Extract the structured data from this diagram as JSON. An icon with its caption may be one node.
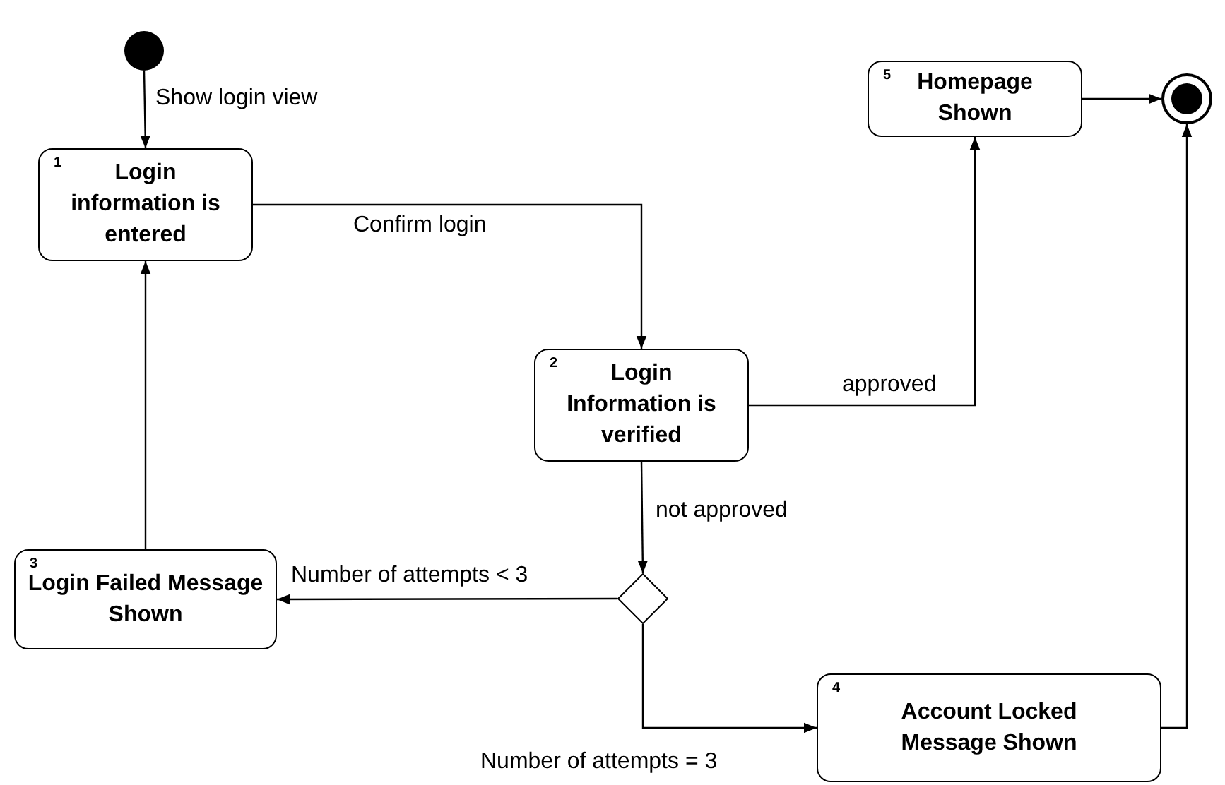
{
  "diagram": {
    "nodes": [
      {
        "text": [],
        "shape": "circle"
      },
      {
        "text": [
          "1",
          "Login information is entered"
        ]
      },
      {
        "text": [
          "2",
          "Login Information is verified"
        ]
      },
      {
        "text": [
          "3",
          "Login Failed Message Shown"
        ]
      },
      {
        "text": [
          "4",
          "Account Locked Message Shown"
        ]
      },
      {
        "text": [
          "5",
          "Homepage Shown"
        ]
      },
      {
        "text": [],
        "shape": "circle"
      },
      {
        "text": [],
        "shape": "diamond"
      }
    ],
    "edges": [
      {
        "from": 0,
        "to": 1,
        "arrow": "to",
        "label": "Show login view"
      },
      {
        "from": 1,
        "to": 2,
        "arrow": "to",
        "label": "Confirm login"
      },
      {
        "from": 2,
        "to": 5,
        "arrow": "to",
        "label": "approved"
      },
      {
        "from": 2,
        "to": 7,
        "arrow": "to",
        "label": "not approved"
      },
      {
        "from": 7,
        "to": 3,
        "arrow": "to",
        "label": "Number of attempts < 3"
      },
      {
        "from": 7,
        "to": 4,
        "arrow": "to",
        "label": "Number of attempts = 3"
      },
      {
        "from": 3,
        "to": 1,
        "arrow": "to"
      },
      {
        "from": 5,
        "to": 6,
        "arrow": "to"
      },
      {
        "from": 4,
        "to": 6,
        "arrow": "to"
      }
    ]
  }
}
